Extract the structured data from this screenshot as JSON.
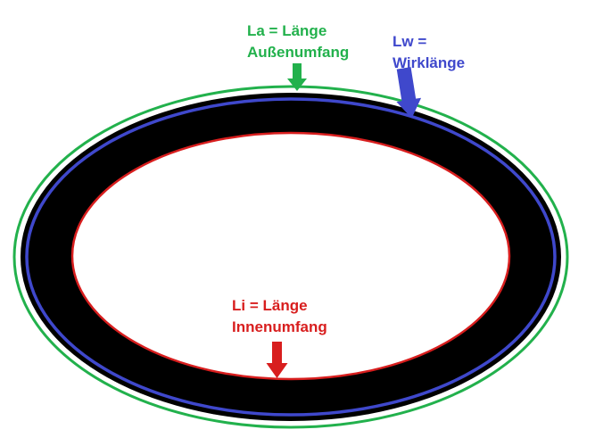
{
  "diagram": {
    "type": "belt-length-diagram",
    "description": "Cross-section of a drive belt showing outer circumference, effective length and inner circumference"
  },
  "colors": {
    "outer": "#22b14c",
    "effective": "#3f48cc",
    "inner": "#d81e1e",
    "belt": "#000000",
    "background": "#ffffff"
  },
  "labels": {
    "la": {
      "line1": "La = Länge",
      "line2": "Außenumfang"
    },
    "lw": {
      "line1": "Lw =",
      "line2": "Wirklänge"
    },
    "li": {
      "line1": "Li = Länge",
      "line2": "Innenumfang"
    }
  }
}
